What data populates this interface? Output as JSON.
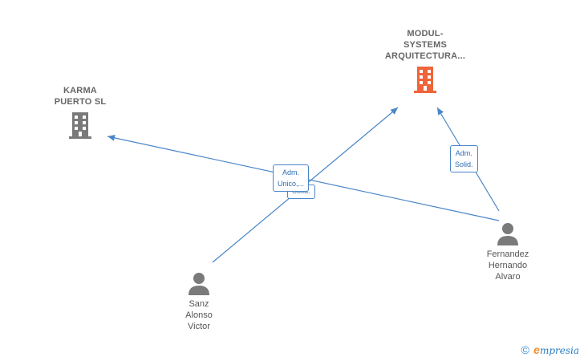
{
  "companies": {
    "karma": {
      "name": "KARMA\nPUERTO  SL",
      "color": "#7a7a7a"
    },
    "modul": {
      "name": "MODUL-\nSYSTEMS\nARQUITECTURA...",
      "color": "#f0643a"
    }
  },
  "persons": {
    "sanz": {
      "name": "Sanz\nAlonso\nVictor"
    },
    "fernandez": {
      "name": "Fernandez\nHernando\nAlvaro"
    }
  },
  "roles": {
    "center_back": "Solid.",
    "center_front": "Adm.\nUnico,...",
    "right": "Adm.\nSolid."
  },
  "footer": {
    "copyright": "©",
    "brand_e": "e",
    "brand_rest": "mpresia"
  },
  "colors": {
    "edge": "#4a86c8",
    "person": "#7a7a7a"
  }
}
